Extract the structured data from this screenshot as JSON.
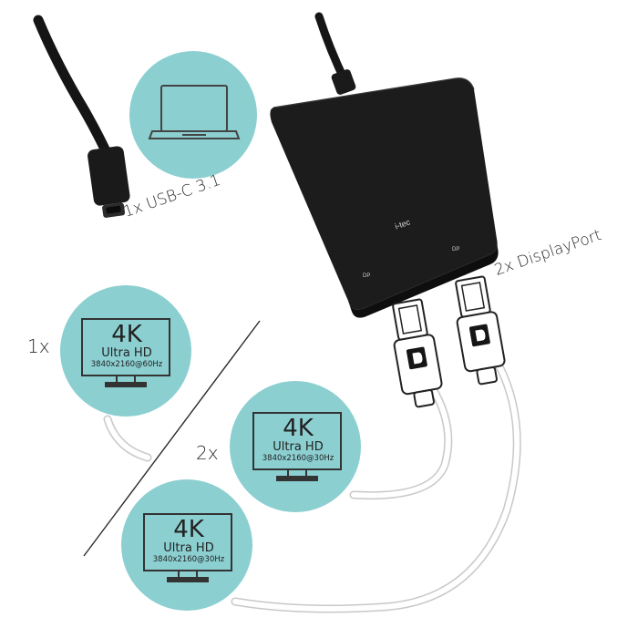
{
  "labels": {
    "usb": "1x USB-C 3.1",
    "displayport": "2x DisplayPort",
    "single": "1x",
    "dual": "2x"
  },
  "device": {
    "brand": "i-tec",
    "port_a": "DP",
    "port_b": "DP"
  },
  "monitors": [
    {
      "res": "4K",
      "label": "Ultra HD",
      "spec": "3840x2160@60Hz"
    },
    {
      "res": "4K",
      "label": "Ultra HD",
      "spec": "3840x2160@30Hz"
    },
    {
      "res": "4K",
      "label": "Ultra HD",
      "spec": "3840x2160@30Hz"
    }
  ],
  "colors": {
    "circle": "#8ccfd1",
    "adapter": "#1c1c1c",
    "cable": "#151515",
    "text": "#2a2a2a"
  },
  "icons": [
    "laptop-icon",
    "monitor-icon",
    "displayport-logo-icon"
  ]
}
